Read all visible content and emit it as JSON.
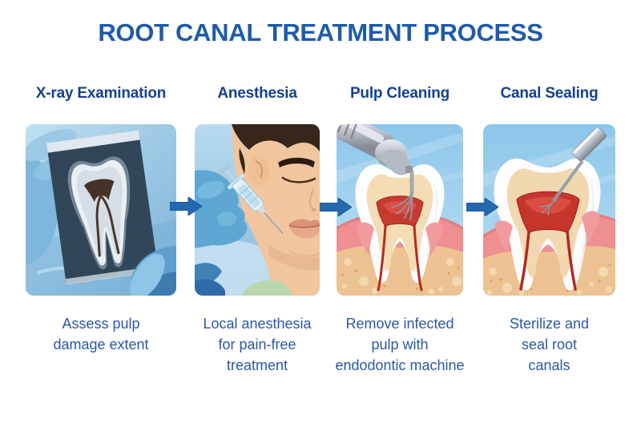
{
  "title": "ROOT CANAL TREATMENT PROCESS",
  "steps": [
    {
      "heading": "X-ray Examination",
      "caption": "Assess pulp\ndamage extent",
      "illustration": "xray-film-of-tooth-held-by-gloved-hands"
    },
    {
      "heading": "Anesthesia",
      "caption": "Local anesthesia\nfor pain-free\ntreatment",
      "illustration": "gloved-hand-injecting-syringe-into-patient-cheek"
    },
    {
      "heading": "Pulp Cleaning",
      "caption": "Remove infected\npulp with\nendodontic machine",
      "illustration": "endodontic-handpiece-cleaning-infected-tooth-cross-section"
    },
    {
      "heading": "Canal Sealing",
      "caption": "Sterilize and\nseal root\ncanals",
      "illustration": "root-canal-file-sealing-tooth-cross-section"
    }
  ],
  "flow": {
    "direction": "left-to-right",
    "arrow_icon": "arrow-right-icon",
    "arrow_count": 3
  },
  "colors": {
    "background": "#ffffff",
    "title_text": "#1e5ba9",
    "step_heading_text": "#15418e",
    "caption_text": "#2b57a5",
    "arrow": "#2468b0",
    "panel_sky_blue": "#a3d2ee",
    "gum_pink": "#ee8f92",
    "bone_tan": "#edc292",
    "pulp_red": "#c5352c",
    "glove_blue": "#5fa7d3"
  }
}
